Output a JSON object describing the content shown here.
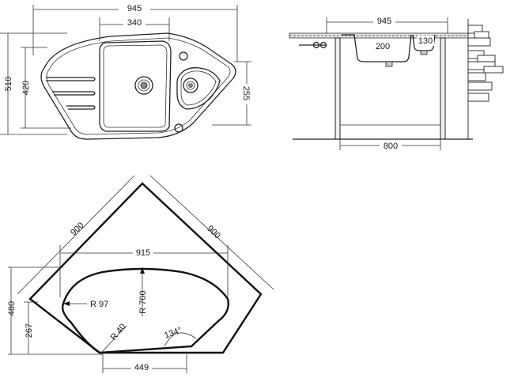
{
  "top_view": {
    "overall_width": "945",
    "main_bowl_width": "340",
    "overall_depth": "510",
    "inner_depth": "420",
    "small_bowl_depth": "255"
  },
  "side_view": {
    "overall_width": "945",
    "main_bowl_depth": "200",
    "small_bowl_depth": "130",
    "cabinet_width": "800"
  },
  "cutout_view": {
    "side_a": "900",
    "side_b": "900",
    "chord_width": "915",
    "height_total": "480",
    "height_lower": "267",
    "front_width": "449",
    "radius_large": "R 700",
    "radius_side": "R 97",
    "radius_corner": "R 40",
    "angle": "134°"
  }
}
